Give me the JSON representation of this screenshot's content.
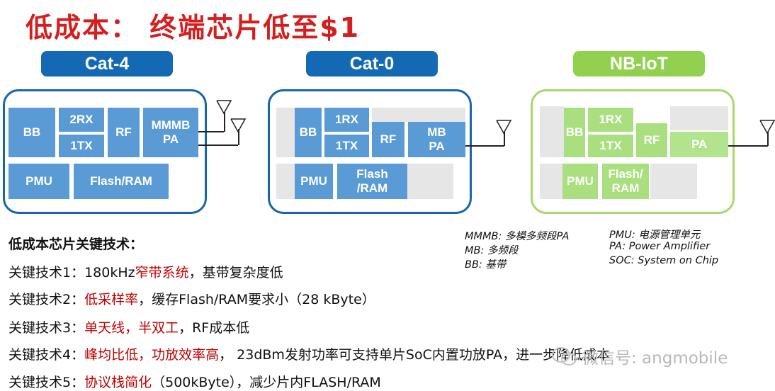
{
  "title": "低成本： 终端芯片低至$1",
  "diagrams": [
    {
      "label": "Cat-4",
      "blocks": [
        "BB",
        "2RX",
        "1TX",
        "RF",
        "MMMB\nPA",
        "PMU",
        "Flash/RAM"
      ]
    },
    {
      "label": "Cat-0",
      "blocks": [
        "BB",
        "1RX",
        "1TX",
        "RF",
        "MB\nPA",
        "PMU",
        "Flash\n/RAM"
      ]
    },
    {
      "label": "NB-IoT",
      "blocks": [
        "BB",
        "1RX",
        "1TX",
        "RF",
        "PA",
        "PMU",
        "Flash/\nRAM"
      ]
    }
  ],
  "abbreviations": {
    "left": [
      "MMMB: 多模多频段PA",
      "MB: 多频段",
      "BB: 基带"
    ],
    "right": [
      "PMU: 电源管理单元",
      "PA: Power Amplifier",
      "SOC: System on Chip"
    ]
  },
  "tech_title": "低成本芯片关键技术：",
  "techs": [
    {
      "prefix": "关键技术1：180kHz",
      "highlight": "窄带系统",
      "suffix": "，基带复杂度低"
    },
    {
      "prefix": "关键技术2：",
      "highlight": "低采样率",
      "suffix": "，缓存Flash/RAM要求小（28 kByte）"
    },
    {
      "prefix": "关键技术3：",
      "highlight": "单天线，半双工",
      "suffix": "，RF成本低"
    },
    {
      "prefix": "关键技术4：",
      "highlight": "峰均比低，功放效率高",
      "suffix": "， 23dBm发射功率可支持单片SoC内置功放PA，进一步降低成本"
    },
    {
      "prefix": "关键技术5：",
      "highlight": "协议栈简化",
      "suffix": "（500kByte），减少片内FLASH/RAM"
    }
  ],
  "watermark": "微信号: angmobile",
  "colors": {
    "title_red": "#d51f1f",
    "highlight_red": "#c00000",
    "blue_pill": "#1469b4",
    "green_pill": "#92d050",
    "blue_block": "#5b9bd5",
    "green_block": "#a9df7e",
    "gray_block": "#e6e6e6"
  },
  "icons": [
    "antenna-icon",
    "wechat-icon"
  ]
}
